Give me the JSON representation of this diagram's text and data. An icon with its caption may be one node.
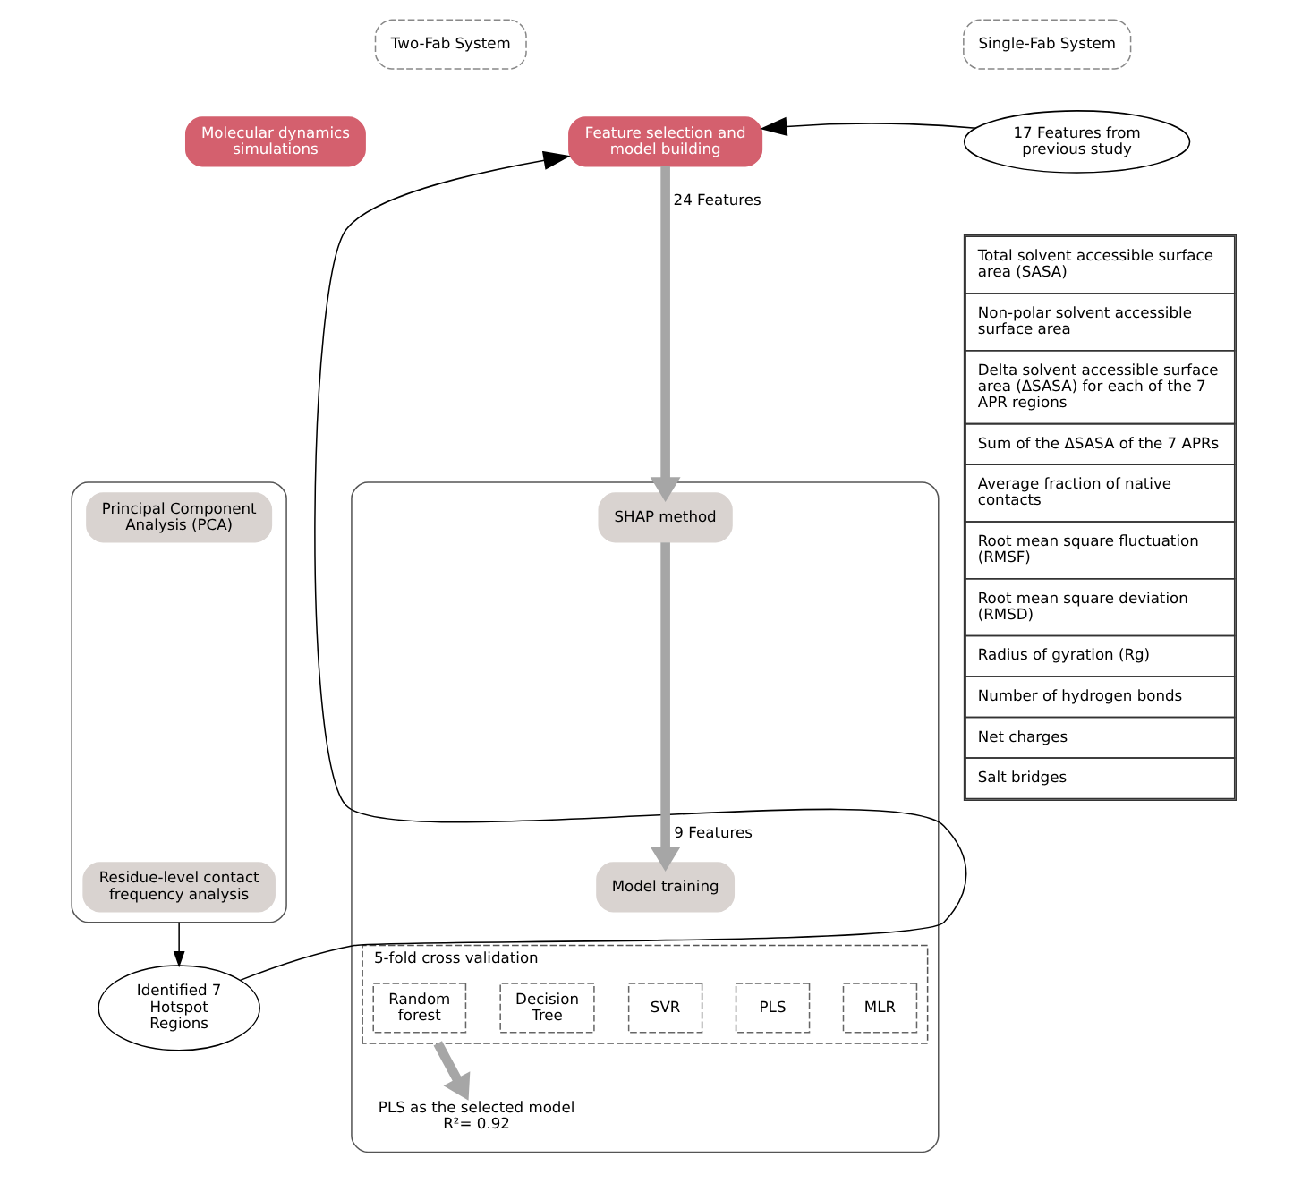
{
  "diagram": {
    "nodes": [
      {
        "text": [
          "Two-Fab System"
        ]
      },
      {
        "text": [
          "Single-Fab System"
        ]
      },
      {
        "text": [
          "Molecular dynamics simulations"
        ]
      },
      {
        "text": [],
        "shape": "box"
      },
      {
        "text": [
          "Principal Component Analysis (PCA)"
        ],
        "in": 3
      },
      {
        "text": [
          "Residue-level contact frequency analysis"
        ],
        "in": 3
      },
      {
        "text": [
          "Identified 7 Hotspot Regions"
        ]
      },
      {
        "text": [
          "Feature selection and model building"
        ]
      },
      {
        "text": [
          "17 Features from previous study"
        ]
      },
      {
        "text": [],
        "shape": "box"
      },
      {
        "text": [
          "SHAP method"
        ],
        "in": 9
      },
      {
        "text": [
          "Model training"
        ],
        "in": 9
      },
      {
        "text": [
          "5-fold cross validation"
        ],
        "in": 9
      },
      {
        "text": [
          "MLR"
        ],
        "in": 12
      },
      {
        "text": [
          "PLS"
        ],
        "in": 12
      },
      {
        "text": [
          "SVR"
        ],
        "in": 12
      },
      {
        "text": [
          "Decision Tree"
        ],
        "in": 12
      },
      {
        "text": [
          "Random forest"
        ],
        "in": 12
      },
      {
        "text": [
          "PLS as the selected model",
          "R²= 0.92"
        ],
        "in": 9
      }
    ],
    "edges": [
      {
        "from": 3,
        "to": 6,
        "arrow": "to"
      },
      {
        "from": 6,
        "to": 7,
        "arrow": "to"
      },
      {
        "from": 8,
        "to": 7,
        "arrow": "to"
      },
      {
        "from": 7,
        "to": 10,
        "arrow": "to",
        "label": "24 Features",
        "style": "thick",
        "color": "#a6a6a6"
      },
      {
        "from": 10,
        "to": 11,
        "arrow": "to",
        "label": "9 Features",
        "style": "thick",
        "color": "#a6a6a6"
      },
      {
        "from": 12,
        "to": 18,
        "arrow": "to",
        "style": "thick",
        "color": "#a6a6a6"
      }
    ],
    "labels": [
      "Total solvent accessible surface area (SASA)",
      "Non-polar solvent accessible surface area",
      "Delta solvent accessible surface area (ΔSASA) for each of the 7 APR regions",
      "Sum of the ΔSASA of the 7 APRs",
      "Average fraction of native contacts",
      "Root mean square fluctuation (RMSF)",
      "Root mean square deviation (RMSD)",
      "Radius of gyration (Rg)",
      "Number of hydrogen bonds",
      "Net charges",
      "Salt bridges"
    ]
  }
}
